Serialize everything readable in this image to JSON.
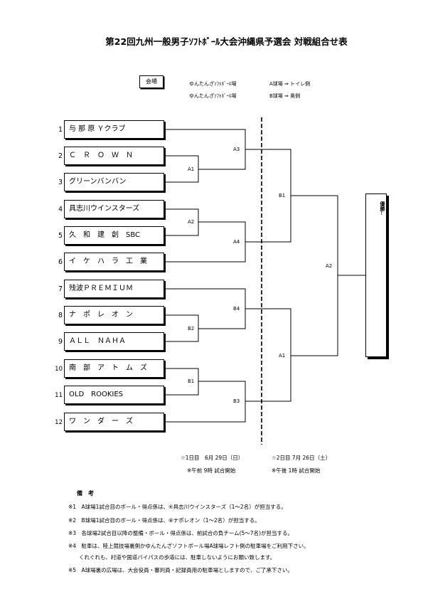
{
  "title": "第22回九州一般男子ｿﾌﾄﾎﾞｰﾙ大会沖縄県予選会 対戦組合せ表",
  "venue": {
    "label": "会場",
    "lines": [
      {
        "name": "ゆんたんざｿﾌﾄﾎﾞｰﾙ場",
        "field": "A球場 ⇒ トイレ側"
      },
      {
        "name": "ゆんたんざｿﾌﾄﾎﾞｰﾙ場",
        "field": "B球場 ⇒ 奥側"
      }
    ]
  },
  "teams": [
    {
      "num": "1",
      "name": "与 那 原 Ｙクラブ"
    },
    {
      "num": "2",
      "name": "Ｃ　Ｒ　Ｏ　Ｗ　Ｎ"
    },
    {
      "num": "3",
      "name": "グリーンバンバン"
    },
    {
      "num": "4",
      "name": "具志川ウインスターズ"
    },
    {
      "num": "5",
      "name": "久　和　建　創　SBC"
    },
    {
      "num": "6",
      "name": "イ　ケ　ハ　ラ　工　業"
    },
    {
      "num": "7",
      "name": "残波ＰＲＥＭＩＵＭ"
    },
    {
      "num": "8",
      "name": "ナ　ポ　レ　オ　ン"
    },
    {
      "num": "9",
      "name": "ＡＬＬ　ＮＡＨＡ"
    },
    {
      "num": "10",
      "name": "南　部　ア　ト　ム　ズ"
    },
    {
      "num": "11",
      "name": "OLD　ROOKIES"
    },
    {
      "num": "12",
      "name": "ワ　ン　ダ　ー　ズ"
    }
  ],
  "matches": {
    "a1": "A1",
    "a2": "A2",
    "b2": "B2",
    "b1": "B1",
    "a3": "A3",
    "a4": "A4",
    "b4": "B4",
    "b3": "B3",
    "b1_semi": "B1",
    "a1_semi": "A1",
    "a2_final": "A2"
  },
  "winner_label": "優勝..",
  "dates": {
    "day1": "☆1日目　6月 29日（日）",
    "day1_time": "※午前 9時 試合開始",
    "day2": "☆2日目 7月 26日（土）",
    "day2_time": "※午後 1時 試合開始"
  },
  "notes_title": "備　考",
  "notes": [
    "※1　A球場1試合目のボール・得点係は、④具志川ウインスターズ（1～2名）が担当する。",
    "※2　B球場1試合目のボール・得点係は、⑧ナポレオン（1～2名）が担当する。",
    "※3　各球場2試合目以降の整備・ボール・得点係は、前試合の負チーム(5～7名)が担当する。",
    "※4　駐車は、陸上競技場裏側かゆんたんざソフトボール場A球場レフト側の駐車場をご利用下さい。",
    "　　くれぐれも、村道や国道バイパスの歩道には、駐車しないようにお願い致します。",
    "※5　A球場裏の広場は、大会役員・審判員・記録員用の駐車場としますので、ご了承下さい。"
  ]
}
